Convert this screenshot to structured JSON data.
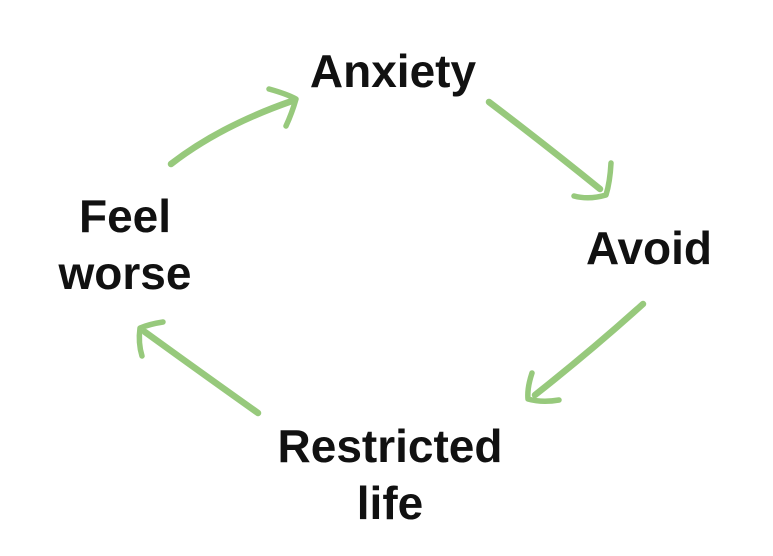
{
  "diagram": {
    "background_color": "#ffffff",
    "text_color": "#111111",
    "arrow_color": "#97c97c",
    "nodes": [
      {
        "id": "anxiety",
        "label": "Anxiety"
      },
      {
        "id": "avoid",
        "label": "Avoid"
      },
      {
        "id": "restricted-life",
        "label": "Restricted life"
      },
      {
        "id": "feel-worse",
        "label": "Feel worse"
      }
    ],
    "edges": [
      {
        "from": "anxiety",
        "to": "avoid"
      },
      {
        "from": "avoid",
        "to": "restricted-life"
      },
      {
        "from": "restricted-life",
        "to": "feel-worse"
      },
      {
        "from": "feel-worse",
        "to": "anxiety"
      }
    ]
  }
}
